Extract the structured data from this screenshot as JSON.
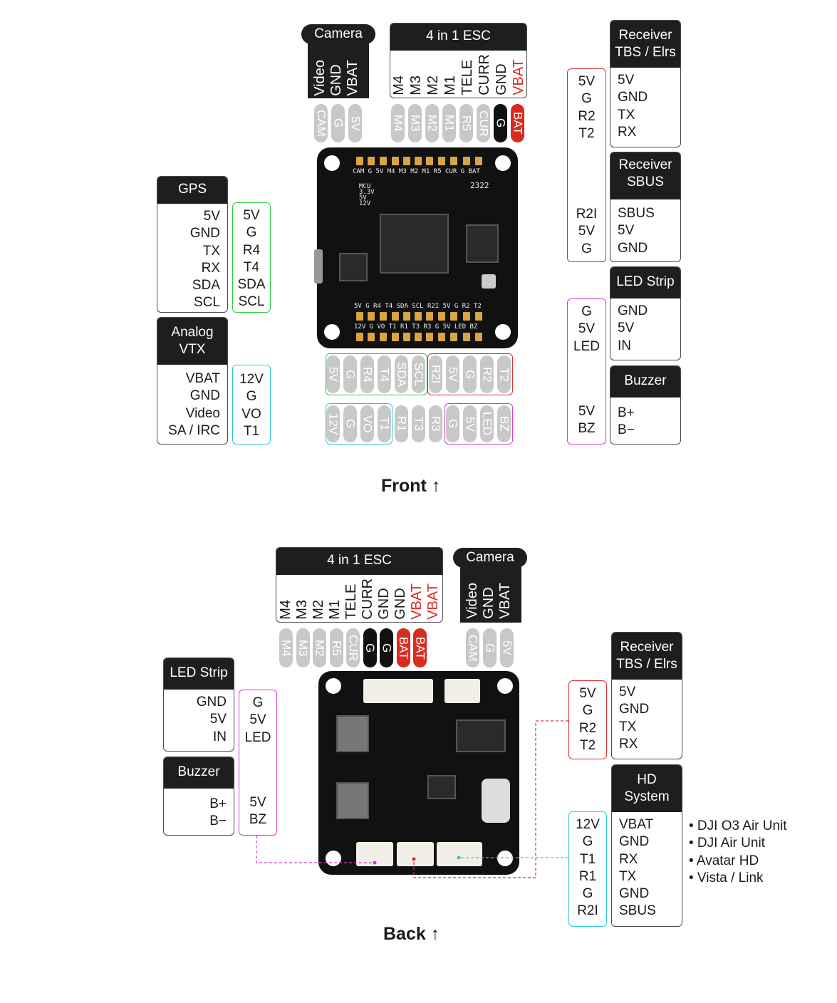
{
  "front": {
    "caption": "Front ↑",
    "camera": {
      "title": "Camera",
      "wires": [
        "Video",
        "GND",
        "VBAT"
      ],
      "pins": [
        "CAM",
        "G",
        "5V"
      ]
    },
    "esc": {
      "title": "4 in 1 ESC",
      "wires": [
        "M4",
        "M3",
        "M2",
        "M1",
        "TELE",
        "CURR",
        "GND",
        "VBAT"
      ],
      "pins": [
        "M4",
        "M3",
        "M2",
        "M1",
        "R5",
        "CUR",
        "G",
        "BAT"
      ]
    },
    "gps": {
      "title": "GPS",
      "labels": "5V\nGND\nTX\nRX\nSDA\nSCL",
      "pads": "5V\nG\nR4\nT4\nSDA\nSCL"
    },
    "vtx": {
      "title": "Analog\nVTX",
      "labels": "VBAT\nGND\nVideo\nSA / IRC",
      "pads": "12V\nG\nVO\nT1"
    },
    "receiver_tbs": {
      "title": "Receiver\nTBS / Elrs",
      "labels": "5V\nGND\nTX\nRX",
      "pads": "5V\nG\nR2\nT2"
    },
    "receiver_sbus": {
      "title": "Receiver\nSBUS",
      "labels": "SBUS\n5V\nGND",
      "pads": "R2I\n5V\nG"
    },
    "led": {
      "title": "LED Strip",
      "labels": "GND\n5V\nIN",
      "pads": "G\n5V\nLED"
    },
    "buzzer": {
      "title": "Buzzer",
      "labels": "B+\nB−",
      "pads": "5V\nBZ"
    },
    "bottom_row1": [
      "5V",
      "G",
      "R4",
      "T4",
      "SDA",
      "SCL",
      "R2I",
      "5V",
      "G",
      "R2",
      "T2"
    ],
    "bottom_row2": [
      "12V",
      "G",
      "VO",
      "T1",
      "R1",
      "T3",
      "R3",
      "G",
      "5V",
      "LED",
      "BZ"
    ],
    "silk_top": "CAM G  5V M4 M3 M2 M1 R5 CUR G BAT",
    "silk_bot1": "5V  G  R4 T4 SDA SCL R2I 5V G  R2 T2",
    "silk_bot2": "12V G  VO T1  R1 T3 R3  G  5V LED BZ",
    "silk_mcu": "MCU\n3.3V\n5V\n12V",
    "silk_num": "2322"
  },
  "back": {
    "caption": "Back ↑",
    "esc": {
      "title": "4 in 1 ESC",
      "wires": [
        "M4",
        "M3",
        "M2",
        "M1",
        "TELE",
        "CURR",
        "GND",
        "GND",
        "VBAT",
        "VBAT"
      ],
      "pins": [
        "M4",
        "M3",
        "M2",
        "R5",
        "CUR",
        "G",
        "G",
        "BAT",
        "BAT"
      ]
    },
    "camera": {
      "title": "Camera",
      "wires": [
        "Video",
        "GND",
        "VBAT"
      ],
      "pins": [
        "CAM",
        "G",
        "5V"
      ]
    },
    "led": {
      "title": "LED Strip",
      "labels": "GND\n5V\nIN",
      "pads": "G\n5V\nLED"
    },
    "buzzer": {
      "title": "Buzzer",
      "labels": "B+\nB−",
      "pads": "5V\nBZ"
    },
    "receiver_tbs": {
      "title": "Receiver\nTBS / Elrs",
      "labels": "5V\nGND\nTX\nRX",
      "pads": "5V\nG\nR2\nT2"
    },
    "hd": {
      "title": "HD\nSystem",
      "labels": "VBAT\nGND\nRX\nTX\nGND\nSBUS",
      "pads": "12V\nG\nT1\nR1\nG\nR2I"
    },
    "hd_systems": [
      "• DJI O3 Air Unit",
      "• DJI Air Unit",
      "• Avatar HD",
      "• Vista / Link"
    ]
  },
  "colors": {
    "green": "#2ecc40",
    "red": "#d93030",
    "cyan": "#2ec8d8",
    "magenta": "#d23ad2",
    "header": "#1e1e1e",
    "pad_gray": "#c8c8c8",
    "pad_red": "#d92b20"
  }
}
